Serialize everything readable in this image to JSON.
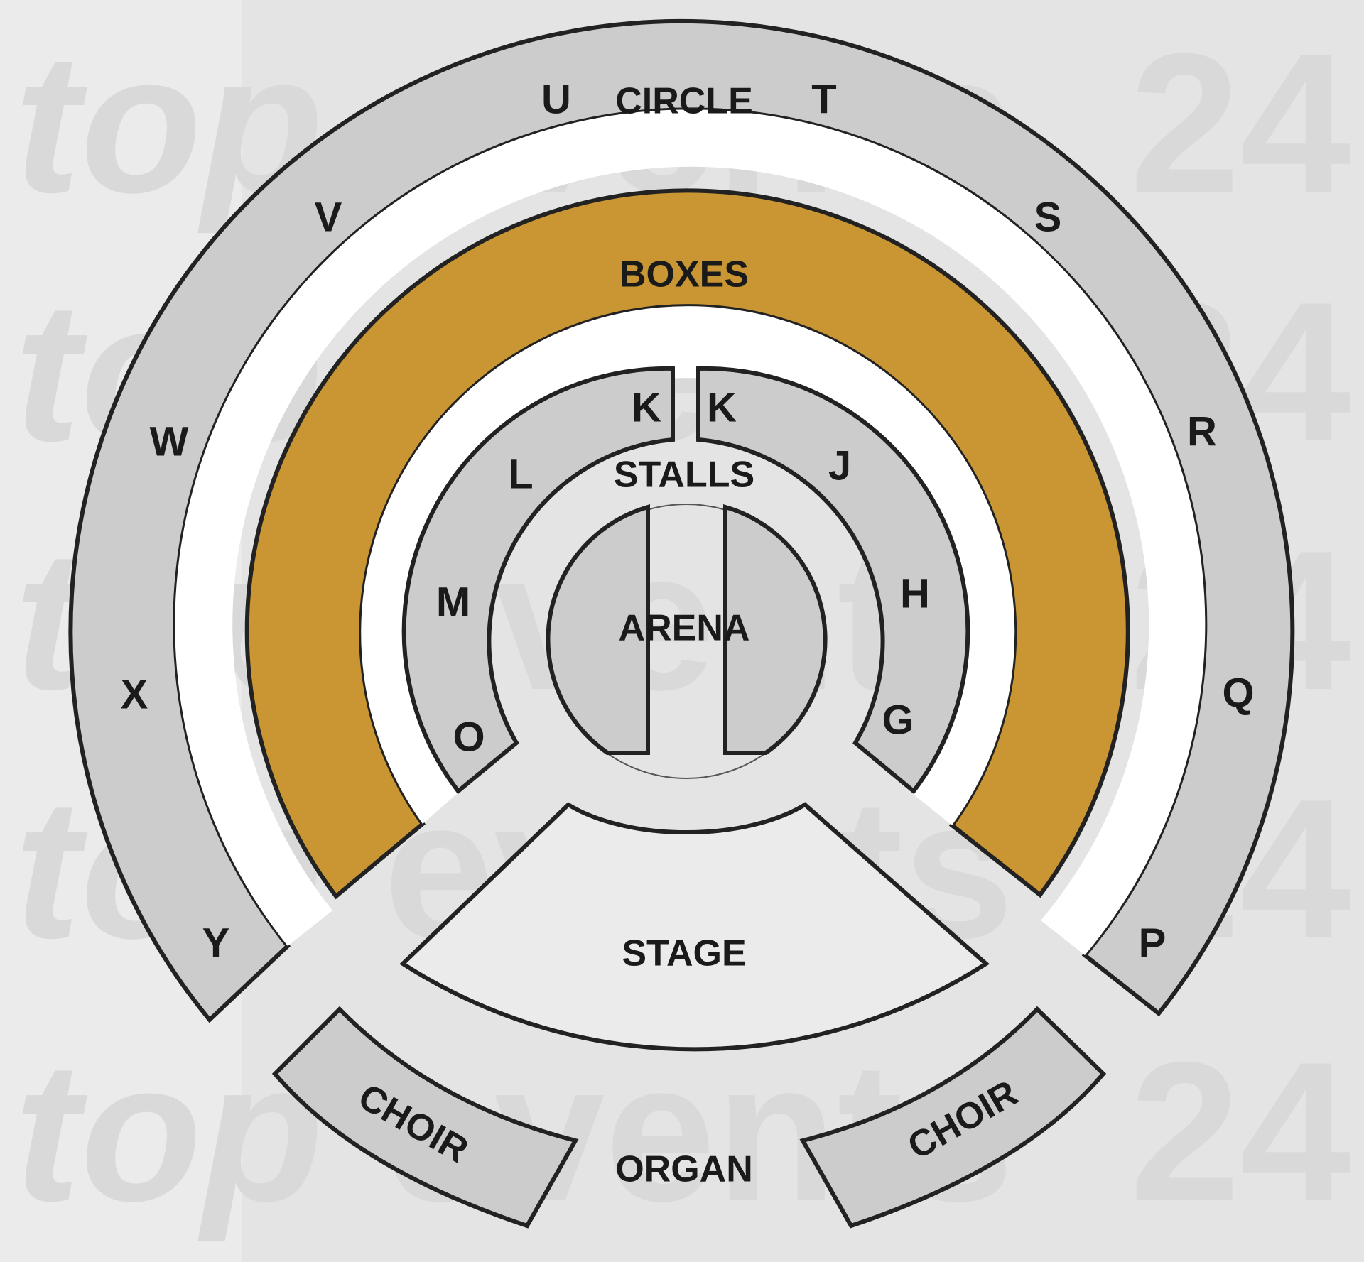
{
  "watermark": {
    "prefix": "top",
    "name": "events",
    "suffix": "24"
  },
  "colors": {
    "background": "#ebebeb",
    "section_gray": "#cccccc",
    "boxes_gold": "#c99633",
    "outline": "#222222",
    "white": "#ffffff"
  },
  "sections": {
    "circle": {
      "label": "CIRCLE",
      "rows": [
        "U",
        "T",
        "S",
        "R",
        "Q",
        "P",
        "V",
        "W",
        "X",
        "Y"
      ]
    },
    "boxes": {
      "label": "BOXES"
    },
    "stalls": {
      "label": "STALLS",
      "rows": [
        "K",
        "K",
        "L",
        "J",
        "M",
        "H",
        "O",
        "G"
      ]
    },
    "arena": {
      "label": "ARENA"
    },
    "stage": {
      "label": "STAGE"
    },
    "choir_left": {
      "label": "CHOIR"
    },
    "choir_right": {
      "label": "CHOIR"
    },
    "organ": {
      "label": "ORGAN"
    }
  }
}
